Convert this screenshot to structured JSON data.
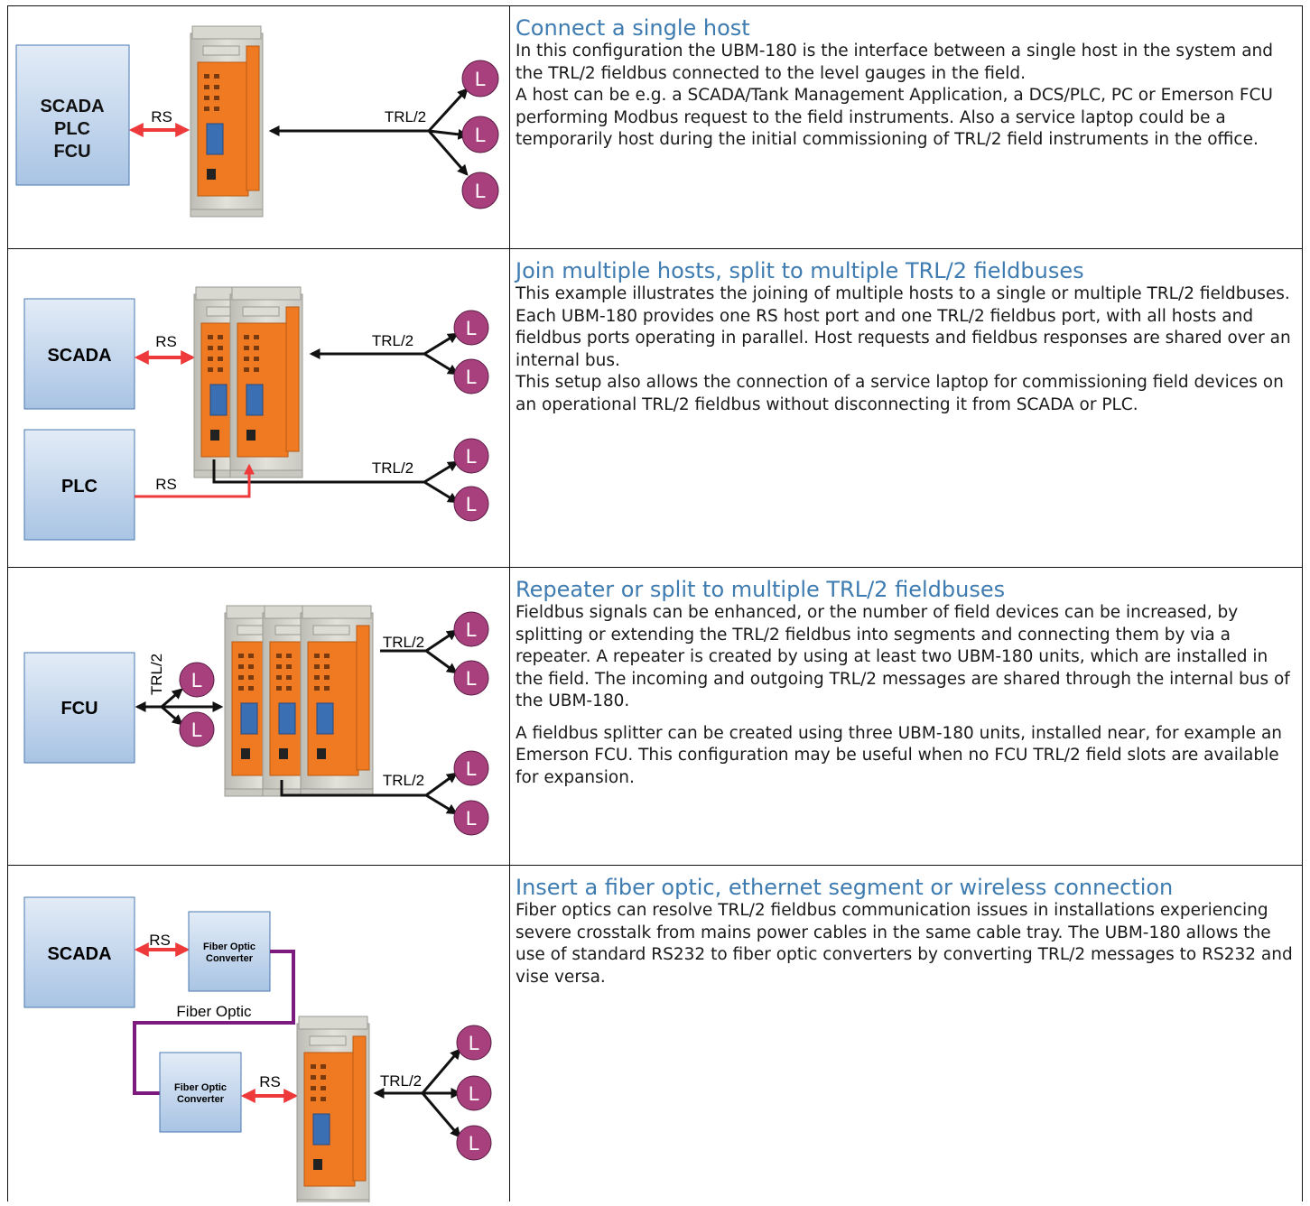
{
  "sections": [
    {
      "title": "Connect a single host",
      "paragraphs": [
        "In this configuration the UBM-180 is the interface between a single host in the system and the TRL/2 fieldbus connected to the level gauges in the field.",
        "A host can be e.g. a SCADA/Tank Management Application, a DCS/PLC, PC or Emerson FCU performing Modbus request to the field instruments. Also a service laptop could be a temporarily host during the initial commissioning of TRL/2 field instruments in the office."
      ],
      "diagram": {
        "host_lines": [
          "SCADA",
          "PLC",
          "FCU"
        ],
        "rs_label": "RS",
        "trl_label": "TRL/2",
        "gauge_label": "L"
      }
    },
    {
      "title": "Join multiple hosts, split to multiple TRL/2 fieldbuses",
      "paragraphs": [
        "This example illustrates the joining of multiple hosts to a single or multiple TRL/2 fieldbuses. Each UBM-180 provides one RS host port and one TRL/2 fieldbus port, with all hosts and fieldbus ports operating in parallel. Host requests and fieldbus responses are shared over an internal bus.",
        "This setup also allows the connection of a service laptop for commissioning field devices on an operational TRL/2 fieldbus without disconnecting it from SCADA or PLC."
      ],
      "diagram": {
        "host_top": "SCADA",
        "host_bottom": "PLC",
        "rs_label": "RS",
        "trl_label": "TRL/2",
        "gauge_label": "L"
      }
    },
    {
      "title": "Repeater or split to multiple TRL/2 fieldbuses",
      "paragraphs": [
        "Fieldbus signals can be enhanced, or the number of field devices can be increased, by splitting or extending the TRL/2 fieldbus into segments and connecting them by via a repeater. A repeater is created by using at least two UBM-180 units, which are installed in the field. The incoming and outgoing TRL/2 messages are shared through the internal bus of the UBM-180.",
        "A fieldbus splitter can be created using three UBM-180 units, installed near, for example an Emerson FCU. This configuration may be useful when no FCU TRL/2 field slots are available for expansion."
      ],
      "diagram": {
        "host": "FCU",
        "trl_label": "TRL/2",
        "gauge_label": "L"
      }
    },
    {
      "title": "Insert a fiber optic, ethernet segment or wireless connection",
      "paragraphs": [
        "Fiber optics can resolve TRL/2 fieldbus communication issues in installations experiencing severe crosstalk from mains power cables in the same cable tray. The UBM-180 allows the use of standard RS232 to fiber optic converters by converting TRL/2 messages to RS232 and vise versa."
      ],
      "diagram": {
        "host": "SCADA",
        "converter_line1": "Fiber Optic",
        "converter_line2": "Converter",
        "fiber_label": "Fiber Optic",
        "rs_label": "RS",
        "trl_label": "TRL/2",
        "gauge_label": "L"
      }
    }
  ],
  "colors": {
    "title": "#3d7bb0",
    "host_fill_top": "#e3ecf7",
    "host_fill_bottom": "#a9c4e4",
    "rs_arrow": "#ee3a3a",
    "gauge": "#a8407e",
    "fiber": "#7d1a7d",
    "module_orange": "#ef7a22",
    "module_gray": "#cfcfc7"
  }
}
